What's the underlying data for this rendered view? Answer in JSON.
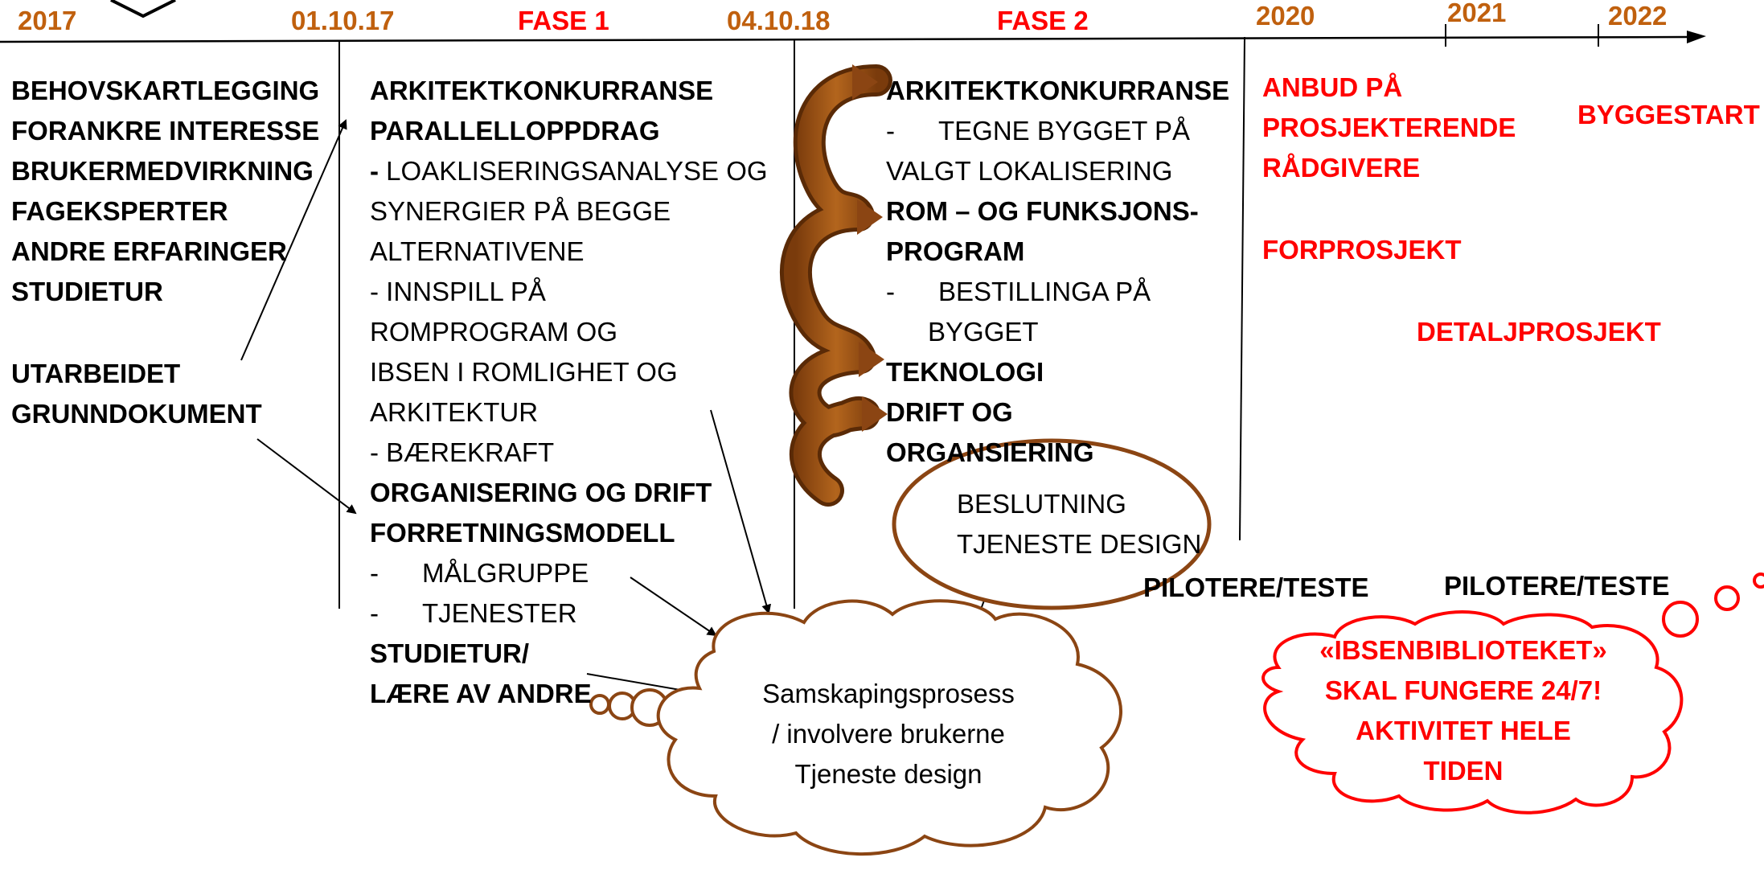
{
  "colors": {
    "date_label": "#c0600e",
    "phase_label": "#ff0000",
    "arrow_brown": "#8b4513",
    "cloud_brown": "#8b4513",
    "red_text": "#ff0000"
  },
  "timeline": {
    "labels": [
      {
        "id": "y2017",
        "text": "2017",
        "style": "date"
      },
      {
        "id": "d011017",
        "text": "01.10.17",
        "style": "date"
      },
      {
        "id": "fase1",
        "text": "FASE 1",
        "style": "phase"
      },
      {
        "id": "d041018",
        "text": "04.10.18",
        "style": "date"
      },
      {
        "id": "fase2",
        "text": "FASE 2",
        "style": "phase"
      },
      {
        "id": "y2020",
        "text": "2020",
        "style": "date"
      },
      {
        "id": "y2021",
        "text": "2021",
        "style": "date"
      },
      {
        "id": "y2022",
        "text": "2022",
        "style": "date"
      }
    ]
  },
  "col1": {
    "lines": [
      "BEHOVSKARTLEGGING",
      "FORANKRE INTERESSE",
      "BRUKERMEDVIRKNING",
      "FAGEKSPERTER",
      "ANDRE ERFARINGER",
      "STUDIETUR"
    ],
    "doc_lines": [
      "UTARBEIDET",
      "GRUNNDOKUMENT"
    ]
  },
  "col2": {
    "lines": [
      {
        "text": "ARKITEKTKONKURRANSE",
        "bold": true
      },
      {
        "text": "PARALLELLOPPDRAG",
        "bold": true
      },
      {
        "text": "- LOAKLISERINGSANALYSE  OG",
        "bold": false,
        "boldPrefix": true
      },
      {
        "text": "SYNERGIER PÅ BEGGE",
        "bold": false
      },
      {
        "text": "ALTERNATIVENE",
        "bold": false
      },
      {
        "text": "- INNSPILL PÅ",
        "bold": false
      },
      {
        "text": "ROMPROGRAM OG",
        "bold": false
      },
      {
        "text": "IBSEN I ROMLIGHET OG",
        "bold": false
      },
      {
        "text": "ARKITEKTUR",
        "bold": false
      },
      {
        "text": "- BÆREKRAFT",
        "bold": false
      },
      {
        "text": "ORGANISERING OG DRIFT",
        "bold": true
      },
      {
        "text": "FORRETNINGSMODELL",
        "bold": true
      },
      {
        "text": "MÅLGRUPPE",
        "bold": false,
        "dash": true
      },
      {
        "text": "TJENESTER",
        "bold": false,
        "dash": true
      },
      {
        "text": "STUDIETUR/",
        "bold": true
      },
      {
        "text": "LÆRE AV ANDRE",
        "bold": true
      }
    ]
  },
  "col3": {
    "lines": [
      {
        "text": "ARKITEKTKONKURRANSE",
        "bold": true
      },
      {
        "text": "TEGNE BYGGET PÅ",
        "bold": false,
        "dash": true
      },
      {
        "text": "VALGT LOKALISERING",
        "bold": false
      },
      {
        "text": "ROM – OG FUNKSJONS-",
        "bold": true
      },
      {
        "text": "PROGRAM",
        "bold": true
      },
      {
        "text": "BESTILLINGA PÅ",
        "bold": false,
        "dash": true
      },
      {
        "text": "BYGGET",
        "bold": false,
        "indent": true
      },
      {
        "text": "TEKNOLOGI",
        "bold": true
      },
      {
        "text": "DRIFT OG",
        "bold": true
      },
      {
        "text": "ORGANSIERING",
        "bold": true
      }
    ]
  },
  "beslutning": {
    "lines": [
      "BESLUTNING",
      "TJENESTE DESIGN"
    ]
  },
  "col4": {
    "anbud": [
      "ANBUD PÅ",
      "PROSJEKTERENDE",
      "RÅDGIVERE"
    ],
    "forprosjekt": "FORPROSJEKT",
    "byggestart": "BYGGESTART",
    "detaljprosjekt": "DETALJPROSJEKT"
  },
  "pilot": {
    "left": "PILOTERE/TESTE",
    "right": "PILOTERE/TESTE"
  },
  "cloud1": {
    "lines": [
      "Samskapingsprosess",
      "/ involvere brukerne",
      "Tjeneste design"
    ]
  },
  "cloud2": {
    "lines": [
      "«IBSENBIBLIOTEKET»",
      "SKAL FUNGERE 24/7!",
      "AKTIVITET HELE",
      "TIDEN"
    ]
  }
}
